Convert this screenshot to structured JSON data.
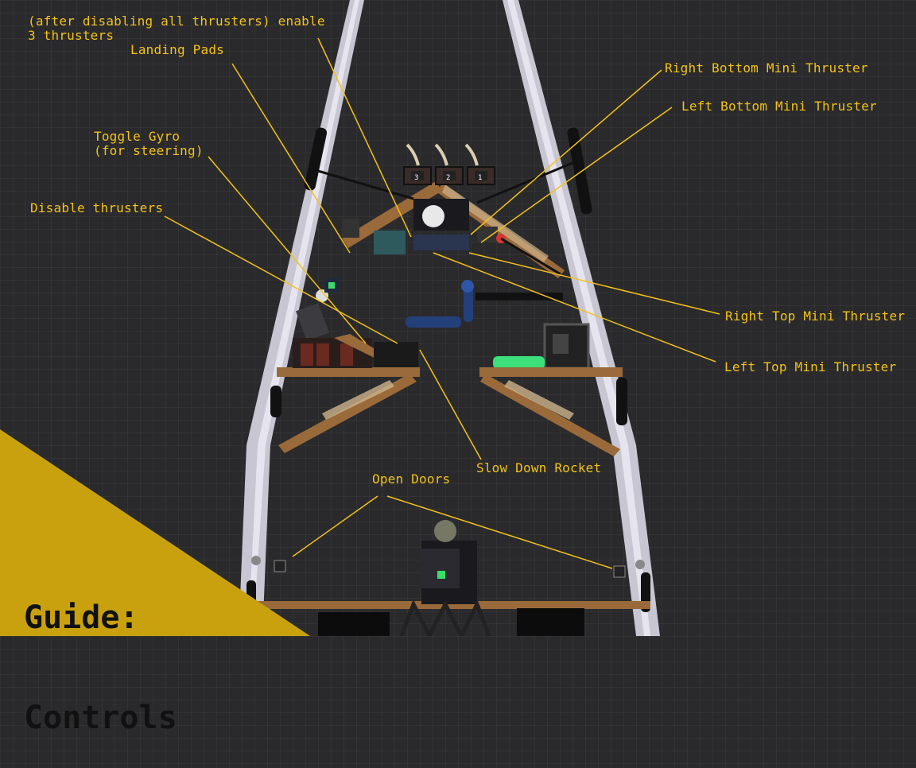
{
  "guide": {
    "title_line1": "Guide:",
    "title_line2": "Controls"
  },
  "colors": {
    "background": "#2a2a2c",
    "label": "#f2c21a",
    "leader_line": "#f2c21a",
    "corner_banner": "#c9a10f",
    "frame": "#c8c6d2",
    "wood": "#9a6a3a"
  },
  "labels": {
    "after_disabling": "(after disabling all thrusters) enable\n3 thrusters",
    "landing_pads": "Landing Pads",
    "toggle_gyro": "Toggle Gyro\n(for steering)",
    "disable_thrusters": "Disable thrusters",
    "right_bottom_mini": "Right Bottom Mini Thruster",
    "left_bottom_mini": "Left Bottom Mini Thruster",
    "right_top_mini": "Right Top Mini Thruster",
    "left_top_mini": "Left Top Mini Thruster",
    "slow_down": "Slow Down Rocket",
    "open_doors": "Open Doors"
  },
  "thruster_buttons": [
    "3",
    "2",
    "1"
  ]
}
